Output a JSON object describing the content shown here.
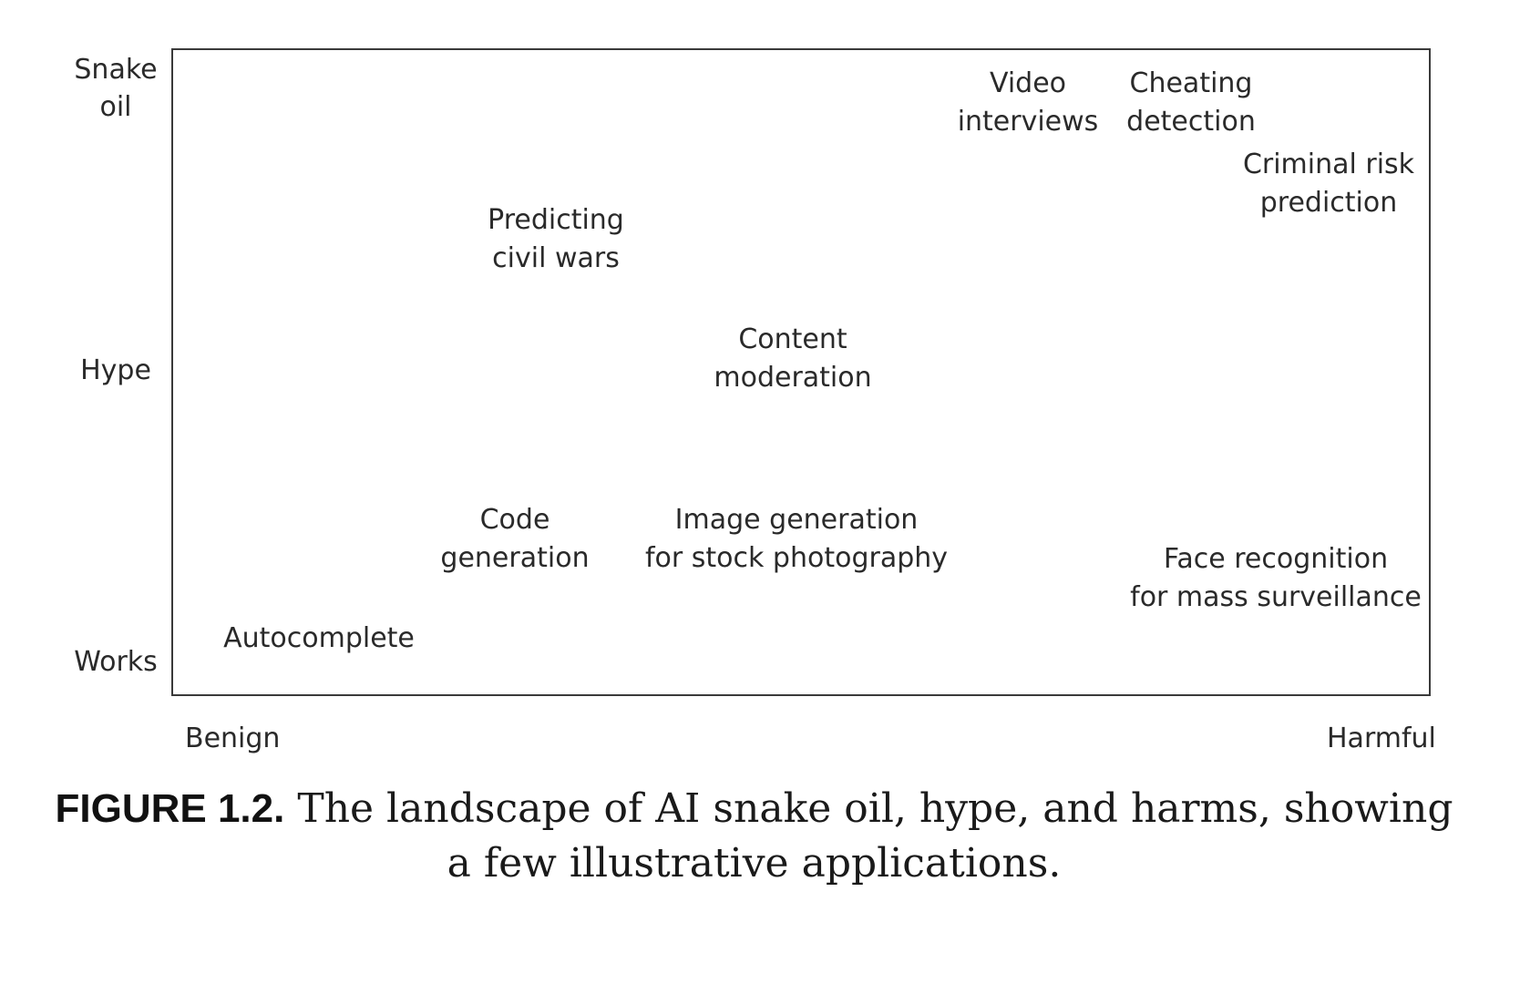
{
  "y_axis": {
    "top": [
      "Snake",
      "oil"
    ],
    "middle": "Hype",
    "bottom": "Works"
  },
  "x_axis": {
    "left": "Benign",
    "right": "Harmful"
  },
  "applications": [
    {
      "id": "video-interviews",
      "lines": [
        "Video",
        "interviews"
      ]
    },
    {
      "id": "cheating-detection",
      "lines": [
        "Cheating",
        "detection"
      ]
    },
    {
      "id": "criminal-risk-prediction",
      "lines": [
        "Criminal risk",
        "prediction"
      ]
    },
    {
      "id": "predicting-civil-wars",
      "lines": [
        "Predicting",
        "civil wars"
      ]
    },
    {
      "id": "content-moderation",
      "lines": [
        "Content",
        "moderation"
      ]
    },
    {
      "id": "code-generation",
      "lines": [
        "Code",
        "generation"
      ]
    },
    {
      "id": "image-generation",
      "lines": [
        "Image generation",
        "for stock photography"
      ]
    },
    {
      "id": "face-recognition",
      "lines": [
        "Face recognition",
        "for mass surveillance"
      ]
    },
    {
      "id": "autocomplete",
      "lines": [
        "Autocomplete"
      ]
    }
  ],
  "caption": {
    "label": "FIGURE 1.2.",
    "text": "The landscape of AI snake oil, hype, and harms, showing a few illustrative applications."
  }
}
